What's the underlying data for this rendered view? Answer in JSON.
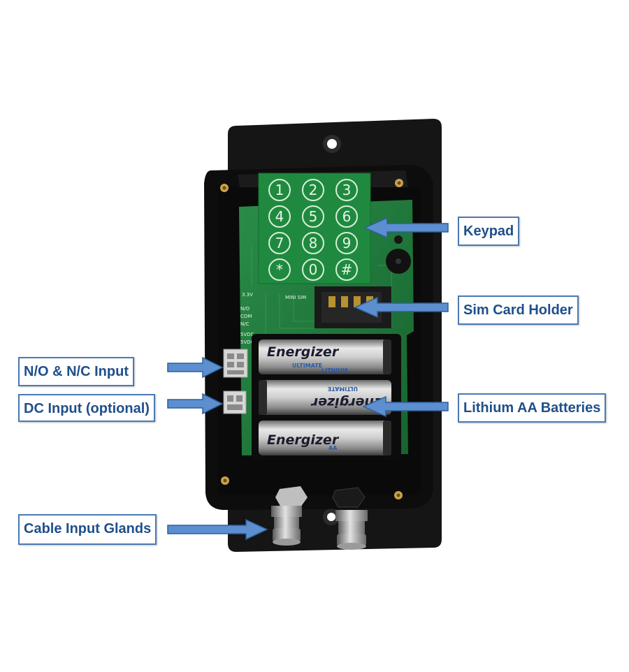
{
  "callouts": {
    "keypad": "Keypad",
    "sim_card_holder": "Sim Card Holder",
    "lithium_batteries": "Lithium AA Batteries",
    "no_nc_input": "N/O & N/C Input",
    "dc_input": "DC Input (optional)",
    "cable_glands": "Cable Input Glands"
  },
  "keypad": {
    "keys": [
      "1",
      "2",
      "3",
      "4",
      "5",
      "6",
      "7",
      "8",
      "9",
      "*",
      "0",
      "#"
    ]
  },
  "pcb": {
    "terminal_labels": [
      "N/O",
      "COM",
      "N/C",
      "5VDC",
      "5VDC"
    ],
    "sim_label": "MINI SIM",
    "voltage_label": "3.3V"
  },
  "batteries": {
    "brand": "Energizer",
    "line1": "ULTIMATE",
    "line2": "LITHIUM",
    "size": "AA"
  },
  "colors": {
    "callout_border": "#4a7ab2",
    "callout_text": "#1f4f8b",
    "arrow_fill": "#5b8fcf",
    "pcb_green": "#1f7a3a",
    "enclosure": "#111111"
  }
}
